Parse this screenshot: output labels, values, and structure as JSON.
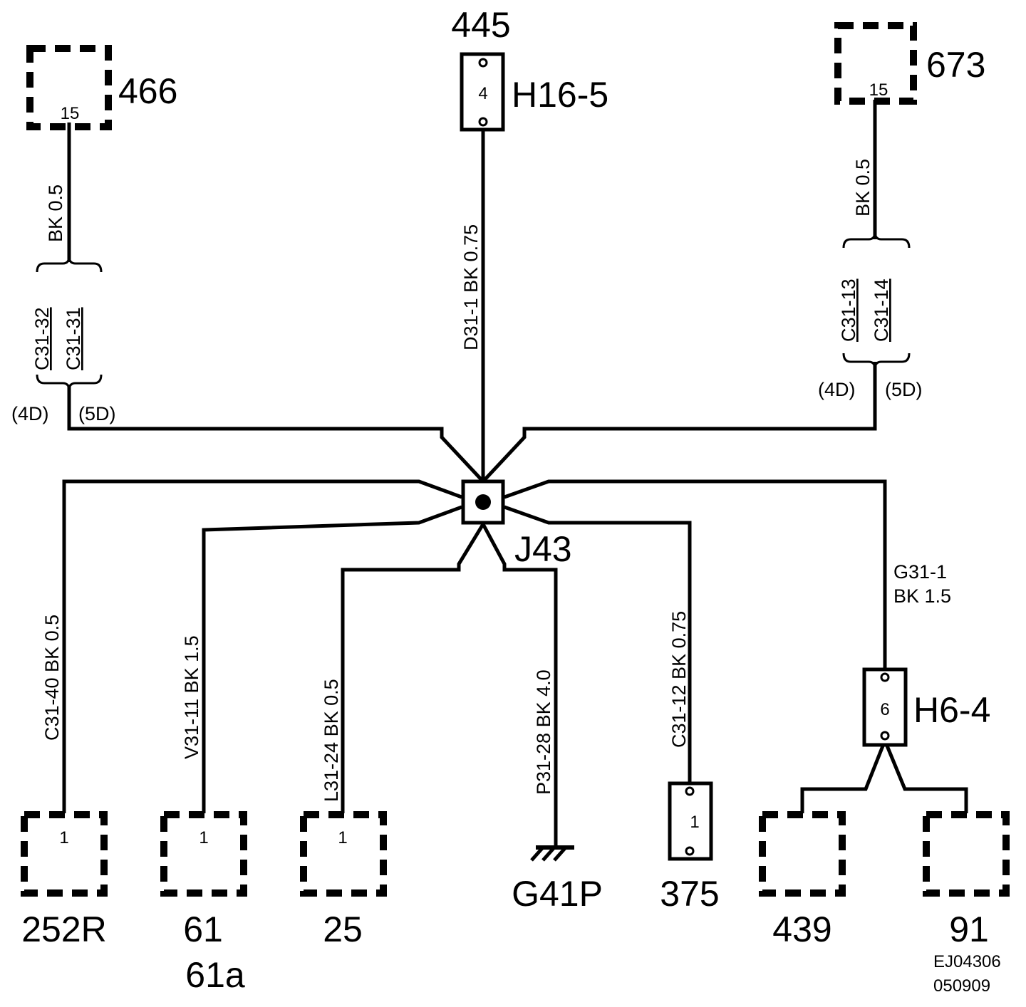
{
  "diagram_id": "EJ04306",
  "diagram_date": "050909",
  "splice": {
    "name": "J43"
  },
  "components": {
    "c466": {
      "name": "466",
      "pin": "15"
    },
    "c445": {
      "name": "445",
      "connector": "H16-5",
      "pin": "4"
    },
    "c673": {
      "name": "673",
      "pin": "15"
    },
    "c252R": {
      "name": "252R",
      "pin": "1"
    },
    "c61": {
      "name": "61",
      "name2": "61a",
      "pin": "1"
    },
    "c25": {
      "name": "25",
      "pin": "1"
    },
    "g41p": {
      "name": "G41P"
    },
    "c375": {
      "name": "375",
      "pin": "1"
    },
    "h64": {
      "connector": "H6-4",
      "pin": "6"
    },
    "c439": {
      "name": "439"
    },
    "c91": {
      "name": "91"
    }
  },
  "wires": {
    "w466": {
      "spec": "BK   0.5",
      "alt1": "C31-32",
      "alt2": "C31-31",
      "var1": "(4D)",
      "var2": "(5D)"
    },
    "w445": {
      "spec": "D31-1  BK  0.75"
    },
    "w673": {
      "spec": "BK   0.5",
      "alt1": "C31-13",
      "alt2": "C31-14",
      "var1": "(4D)",
      "var2": "(5D)"
    },
    "w252R": {
      "spec": "C31-40 BK   0.5"
    },
    "w61": {
      "spec": "V31-11 BK   1.5"
    },
    "w25": {
      "spec": "L31-24  BK  0.5"
    },
    "wG41P": {
      "spec": "P31-28  BK   4.0"
    },
    "w375": {
      "spec": "C31-12 BK   0.75"
    },
    "wH64": {
      "spec1": "G31-1",
      "spec2": "BK    1.5"
    }
  }
}
